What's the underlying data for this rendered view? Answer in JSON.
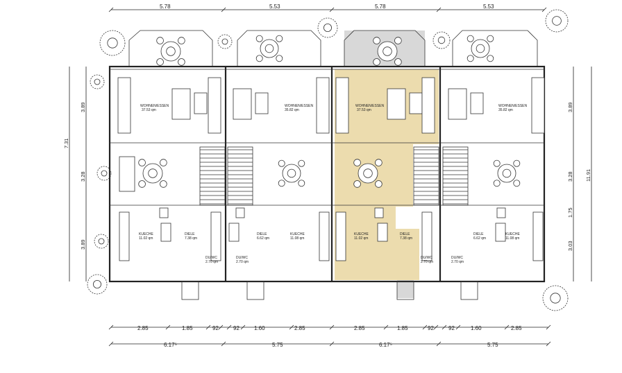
{
  "top_dims": [
    "5.78",
    "5.53",
    "5.78",
    "5.53"
  ],
  "bottom_dims_row1": [
    "2.85",
    "1.85",
    "92",
    "92",
    "1.60",
    "2.85",
    "2.85",
    "1.85",
    "92",
    "92",
    "1.60",
    "2.85"
  ],
  "bottom_dims_row2": [
    "6.17⁵",
    "5.75",
    "6.17⁵",
    "5.75"
  ],
  "left_dims": [
    "3.89",
    "7.31",
    "3.28",
    "3.89"
  ],
  "right_dims": [
    "3.89",
    "11.91",
    "3.28",
    "1.75",
    "3.03"
  ],
  "rooms": {
    "living_a": {
      "name": "WOHNEN/ESSEN",
      "area": "37.53 qm"
    },
    "living_b": {
      "name": "WOHNEN/ESSEN",
      "area": "35.82 qm"
    },
    "kitchen_a": {
      "name": "KUECHE",
      "area": "11.02 qm"
    },
    "kitchen_b": {
      "name": "KUECHE",
      "area": "11.08 qm"
    },
    "hall_a": {
      "name": "DIELE",
      "area": "7.38 qm"
    },
    "hall_b": {
      "name": "DIELE",
      "area": "6.62 qm"
    },
    "wc_a": {
      "name": "DU/WC",
      "area": "2.70 qm"
    },
    "wc_b": {
      "name": "DU/WC",
      "area": "2.70 qm"
    }
  },
  "highlight_color": "#ecdcae",
  "terrace_highlight_color": "#d8d8d8"
}
